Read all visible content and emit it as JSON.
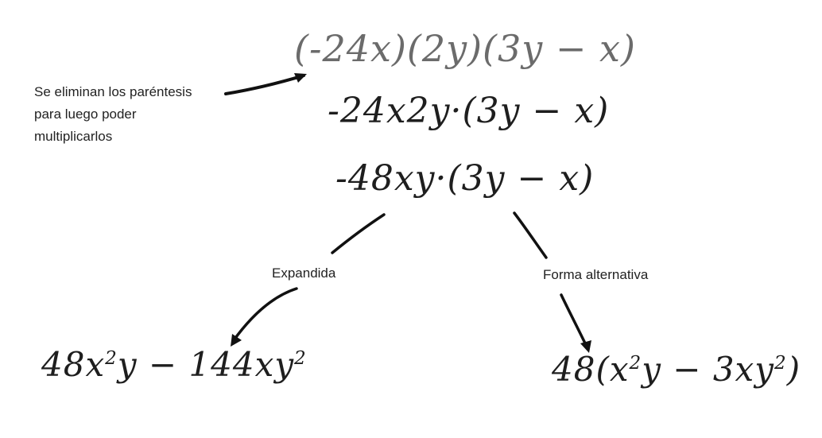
{
  "colors": {
    "original_expression": "#6b6b6b",
    "steps": "#1e1e1e",
    "annotation_text": "#222222",
    "arrow": "#111111"
  },
  "expressions": {
    "original": "(-24x)(2y)(3y − x)",
    "step_1": "-24x2y·(3y − x)",
    "step_2": "-48xy·(3y − x)"
  },
  "annotation": {
    "line_1": "Se eliminan los paréntesis",
    "line_2": "para luego poder",
    "line_3": "multiplicarlos"
  },
  "branches": {
    "expanded": {
      "label": "Expandida",
      "result": {
        "part_1": "48x",
        "exp_1": "2",
        "part_2": "y − 144xy",
        "exp_2": "2"
      }
    },
    "alternative": {
      "label": "Forma alternativa",
      "result": {
        "part_1": "48(x",
        "exp_1": "2",
        "part_2": "y − 3xy",
        "exp_2": "2",
        "part_3": ")"
      }
    }
  }
}
